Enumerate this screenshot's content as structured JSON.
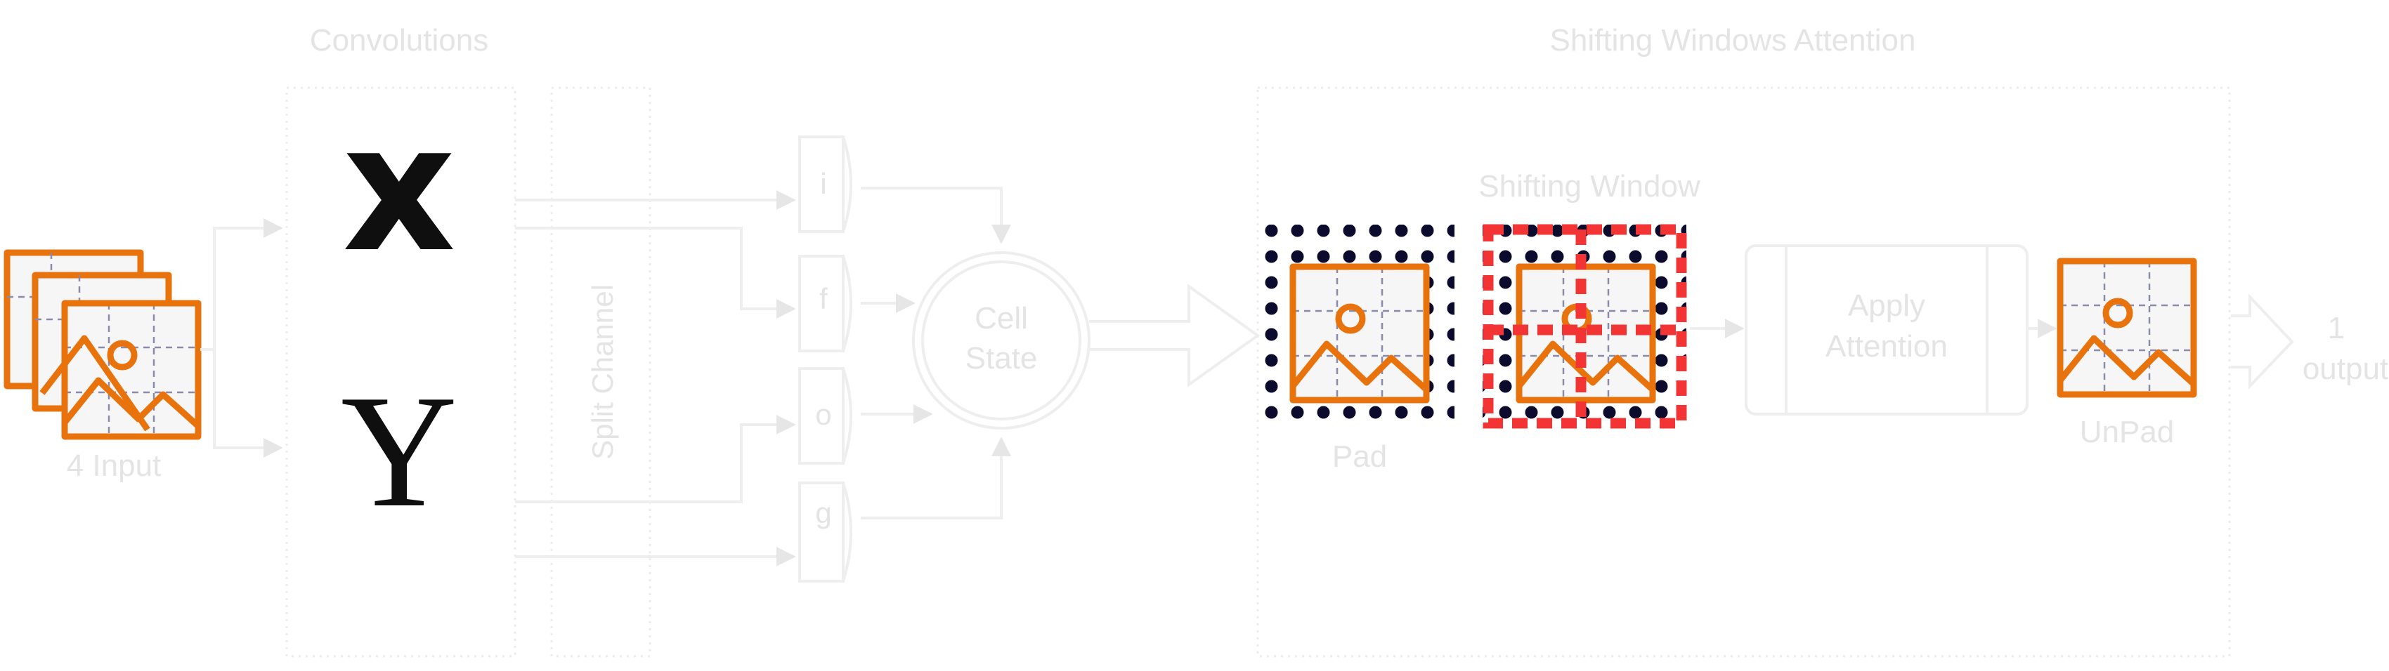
{
  "sections": {
    "convolutions": "Convolutions",
    "attention": "Shifting Windows Attention",
    "shifting_window": "Shifting Window"
  },
  "symbols": {
    "x": "x",
    "y": "Y"
  },
  "labels": {
    "input": "4 Input",
    "split": "Split Channel",
    "gates": [
      "i",
      "f",
      "o",
      "g"
    ],
    "cell_line1": "Cell",
    "cell_line2": "State",
    "pad": "Pad",
    "apply_line1": "Apply",
    "apply_line2": "Attention",
    "unpad": "UnPad",
    "output_line1": "1",
    "output_line2": "output"
  },
  "colors": {
    "faint": "#e4e4e4",
    "accent_orange": "#e8720c",
    "shift_red": "#f23434",
    "dot_navy": "#0b0b2e",
    "symbol_black": "#0f0f0f"
  },
  "icons": [
    "image-icon",
    "padding-dots-icon",
    "shift-window-icon",
    "arrow-icon"
  ]
}
